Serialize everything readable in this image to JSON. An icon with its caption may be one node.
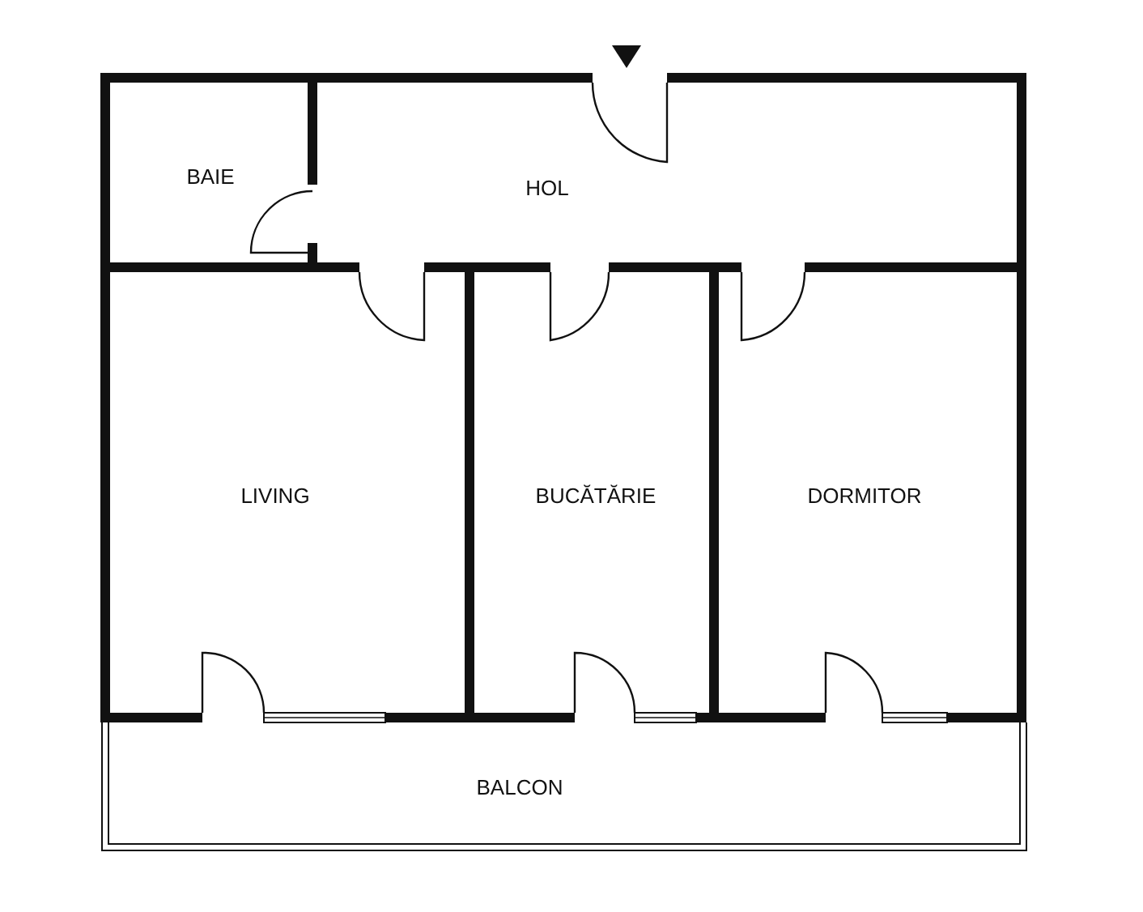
{
  "diagram": {
    "nodes": [
      {
        "text": [
          "BAIE"
        ]
      },
      {
        "text": [
          "HOL"
        ]
      },
      {
        "text": [
          "LIVING"
        ]
      },
      {
        "text": [
          "BUCĂTĂRIE"
        ]
      },
      {
        "text": [
          "DORMITOR"
        ]
      },
      {
        "text": [
          "BALCON"
        ]
      }
    ]
  }
}
